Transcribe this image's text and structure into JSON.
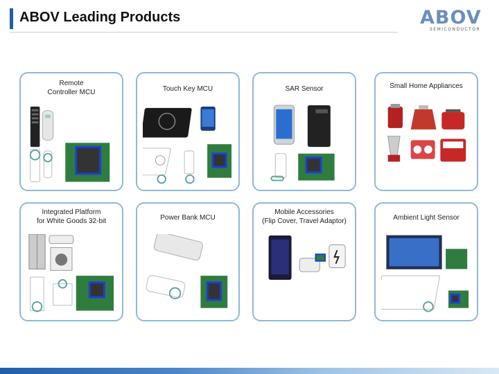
{
  "header": {
    "title": "ABOV Leading Products",
    "logo_text": "ABOV",
    "logo_sub": "SEMICONDUCTOR"
  },
  "products": [
    {
      "lines": [
        "Remote",
        "Controller MCU"
      ]
    },
    {
      "lines": [
        "Touch Key MCU"
      ]
    },
    {
      "lines": [
        "SAR Sensor"
      ]
    },
    {
      "lines": [
        "Small Home Appliances"
      ]
    },
    {
      "lines": [
        "Integrated Platform",
        "for  White Goods 32-bit"
      ]
    },
    {
      "lines": [
        "Power Bank MCU"
      ]
    },
    {
      "lines": [
        "Mobile Accessories",
        "(Flip Cover, Travel Adaptor)"
      ]
    },
    {
      "lines": [
        "Ambient Light Sensor"
      ]
    }
  ],
  "colors": {
    "accent": "#1f5fa8",
    "card_border": "#8fb8dd",
    "chip_highlight": "#1d3fd6",
    "circle_highlight": "#5aa6a0"
  }
}
